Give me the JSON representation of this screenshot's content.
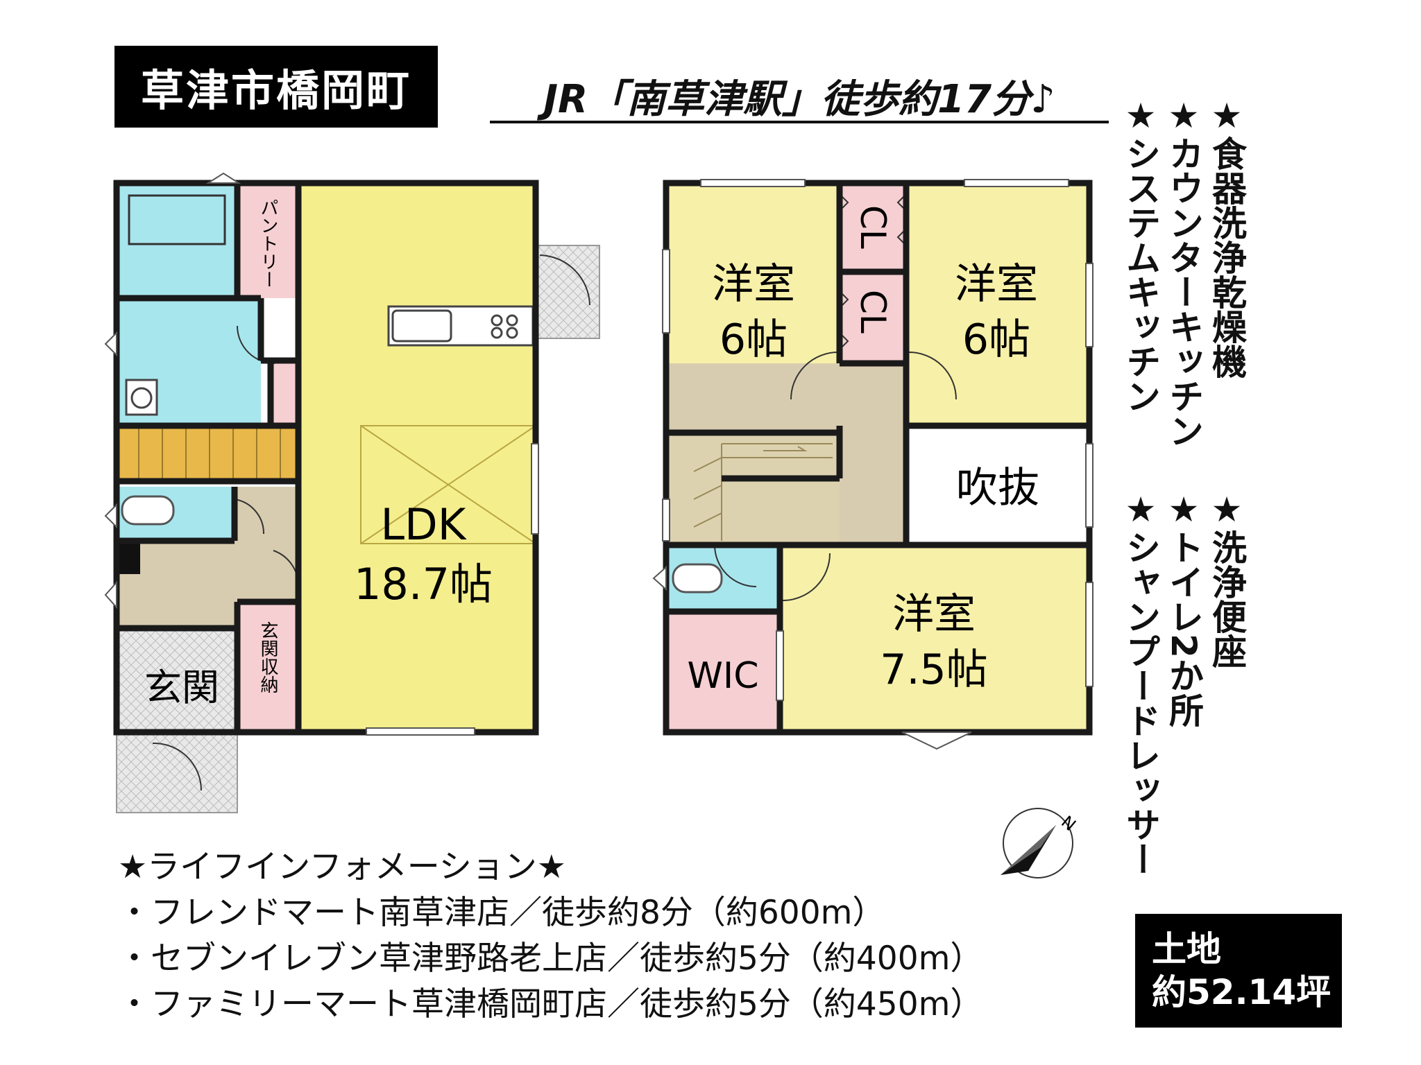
{
  "location_title": "草津市橋岡町",
  "station_access": "JR「南草津駅」徒歩約17分♪",
  "features_group1": [
    "★食器洗浄乾燥機",
    "★カウンターキッチン",
    "★システムキッチン"
  ],
  "features_group2": [
    "★洗浄便座",
    "★トイレ2か所",
    "★シャンプードレッサー"
  ],
  "life_info": {
    "heading": "★ライフインフォメーション★",
    "items": [
      "・フレンドマート南草津店／徒歩約8分（約600m）",
      "・セブンイレブン草津野路老上店／徒歩約5分（約400m）",
      "・ファミリーマート草津橋岡町店／徒歩約5分（約450m）"
    ]
  },
  "land": {
    "label": "土地",
    "value": "約52.14坪"
  },
  "compass": {
    "label": "N"
  },
  "floor1": {
    "pantry": "パントリー",
    "ldk_name": "LDK",
    "ldk_size": "18.7帖",
    "entrance": "玄関",
    "entrance_storage": "玄関収納"
  },
  "floor2": {
    "room_a_name": "洋室",
    "room_a_size": "6帖",
    "room_b_name": "洋室",
    "room_b_size": "6帖",
    "room_c_name": "洋室",
    "room_c_size": "7.5帖",
    "closet_top": "CL",
    "closet_bottom": "CL",
    "void": "吹抜",
    "wic": "WIC"
  },
  "colors": {
    "living": "#f4ef8c",
    "bedroom": "#f7f0a8",
    "wet": "#a8e6ee",
    "storage": "#f5cfd2",
    "hall": "#d8ccb0",
    "stairs": "#e8b84a",
    "wall": "#1a1a1a"
  }
}
